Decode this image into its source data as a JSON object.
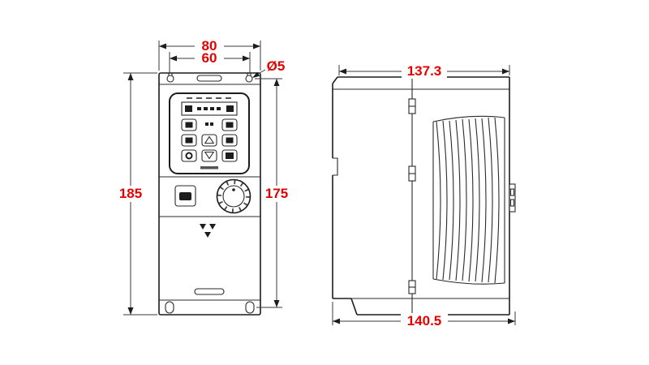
{
  "diagram": {
    "type": "technical-dimension-drawing",
    "subject": "frequency inverter (VFD) enclosure - front and side views",
    "views": {
      "front": {
        "dims": {
          "width_overall": "80",
          "width_mounting": "60",
          "hole_diameter": "Ø5",
          "height_overall": "185",
          "height_mounting": "175"
        }
      },
      "side": {
        "dims": {
          "depth_top": "137.3",
          "depth_bottom": "140.5"
        }
      }
    },
    "colors": {
      "dimension_text": "#e60000",
      "line": "#1c1c1c",
      "background": "#ffffff"
    }
  }
}
